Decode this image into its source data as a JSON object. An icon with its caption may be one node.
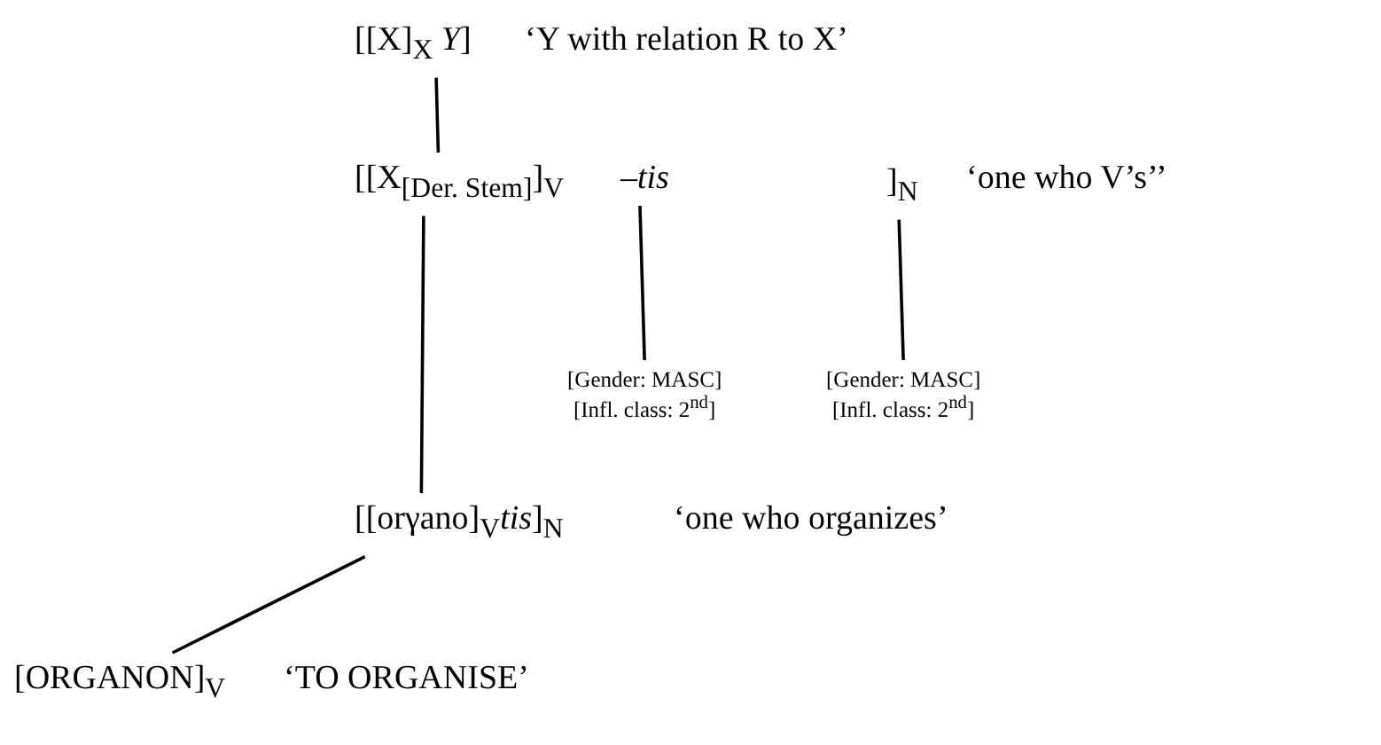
{
  "diagram": {
    "nodes": [
      {
        "text": [
          "[[X]$_{X}$ *Y*]"
        ],
        "beside": [
          "‘Y with relation R to X’"
        ]
      },
      {
        "text": [
          "[[X$_{[Der. Stem]}$]$_{V}$"
        ]
      },
      {
        "text": [
          "–*tis*"
        ]
      },
      {
        "text": [
          "]$_{N}$"
        ],
        "beside": [
          "‘one who V’s’’"
        ]
      },
      {
        "text": [
          "[Gender: MASC]",
          "[Infl. class: 2$^{nd}$]"
        ]
      },
      {
        "text": [
          "[Gender: MASC]",
          "[Infl. class: 2$^{nd}$]"
        ]
      },
      {
        "text": [
          "[[orγano]$_{V}$*tis*]$_{N}$"
        ],
        "beside": [
          "‘one who organizes’"
        ]
      },
      {
        "text": [
          "[ORGANON]$_{V}$"
        ],
        "beside": [
          "‘TO ORGANISE’"
        ]
      }
    ],
    "edges": [
      {
        "from": 0,
        "to": 1,
        "arrow": "none"
      },
      {
        "from": 1,
        "to": 6,
        "arrow": "none"
      },
      {
        "from": 2,
        "to": 4,
        "arrow": "none"
      },
      {
        "from": 3,
        "to": 5,
        "arrow": "none"
      },
      {
        "from": 6,
        "to": 7,
        "arrow": "none"
      }
    ]
  }
}
